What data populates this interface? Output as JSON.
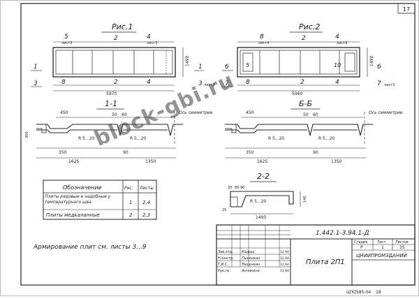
{
  "sheet": {
    "sheet_number": "17",
    "footer_code": "ЦПО585-04",
    "footer_page": "18",
    "watermark": "block-gbi.ru"
  },
  "fig1": {
    "title": "Рис.1",
    "top_dims": [
      "5",
      "2",
      "4"
    ],
    "top_sheet_a": "лист3",
    "top_sheet_b": "лист3",
    "bottom_dims": [
      "8",
      "2",
      "4"
    ],
    "side_left": [
      "1",
      "3"
    ],
    "side_right": [
      "1",
      "3"
    ],
    "right_sheet": "лист3",
    "length": "5970",
    "height": "1490"
  },
  "fig2": {
    "title": "Рис.2",
    "top_dims": [
      "8",
      "2",
      "4"
    ],
    "top_sheet_a": "лист4",
    "top_sheet_b": "лист4",
    "bottom_dims": [
      "8",
      "2",
      "4"
    ],
    "side_left": [
      "6",
      "7"
    ],
    "side_right": [
      "6",
      "7"
    ],
    "inner_left": "5",
    "inner_right": "10",
    "right_sheet": "лист3",
    "length": "5960",
    "height": "1490"
  },
  "section11": {
    "title": "1-1",
    "dim_top_a": "450",
    "dim_top_b": "50",
    "dim_top_c": "60",
    "rib_a": "R 5...20",
    "rib_b": "R 5...20",
    "axis_label": "Ось симметрии",
    "left_h": "300",
    "dim_bottom_a": "350",
    "dim_bottom_b": "90",
    "dim_total_a": "1625",
    "dim_total_b": "1350"
  },
  "section66": {
    "title": "Б-Б",
    "dim_top_a": "450",
    "dim_top_b": "50",
    "dim_top_c": "60",
    "rib_a": "R 5...20",
    "rib_b": "R 5...20",
    "axis_label": "Ось симметрии",
    "dim_bottom_a": "350",
    "dim_bottom_b": "90",
    "dim_total_a": "1625",
    "dim_total_b": "1350"
  },
  "section22": {
    "title": "2-2",
    "dim_a": "20",
    "dim_b": "85",
    "dim_c": "90",
    "rib": "R 5...20",
    "left_dim": "25",
    "height": "140",
    "length": "1495"
  },
  "legend_table": {
    "headers": [
      "Обозначение",
      "Рис.",
      "Листы"
    ],
    "rows": [
      {
        "name": "Плиты рядовые и надобные у температурного шва",
        "fig": "1",
        "sheets": "2,4"
      },
      {
        "name": "Плиты медкаланные",
        "fig": "2",
        "sheets": "2,3"
      }
    ]
  },
  "reinforcement_note": "Армирование плит см. листы 3...9",
  "title_block": {
    "doc_code": "1.442.1-3.94.1-Д",
    "product": "Плита 2П1",
    "col_stage": "Стадия",
    "col_sheet": "Лист",
    "col_sheets": "Листов",
    "stage": "Р",
    "sheet": "1",
    "sheets": "35",
    "org": "ЦНИИПРОМЗДАНИЙ",
    "roles": [
      {
        "role": "Зав.отд.",
        "name": "Кодыш",
        "date": "12.94"
      },
      {
        "role": "Н.контр.",
        "name": "Лысенкин",
        "date": "12.94"
      },
      {
        "role": "Г.И.С.",
        "name": "Лысенкин",
        "date": "12.94"
      },
      {
        "role": "Рук.гр.",
        "name": "Анникина",
        "date": "12.94"
      }
    ]
  }
}
